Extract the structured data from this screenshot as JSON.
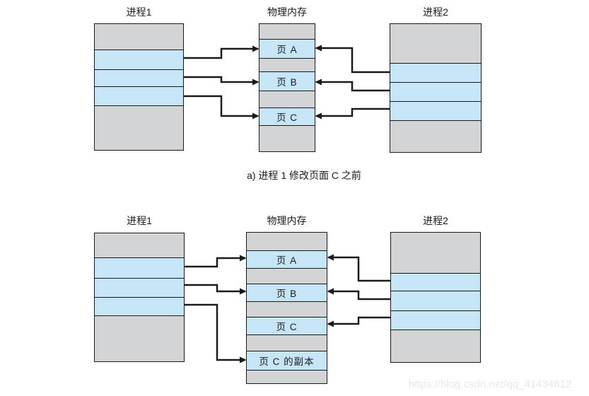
{
  "colors": {
    "segment_gray": "#d3d4d6",
    "segment_blue": "#c6e6f7",
    "border": "#1a1a1a",
    "arrow": "#1a1a1a",
    "watermark": "#e8e8e8"
  },
  "figure_a": {
    "process1_title": "进程1",
    "memory_title": "物理内存",
    "process2_title": "进程2",
    "pages": [
      "页 A",
      "页 B",
      "页 C"
    ],
    "caption": "a) 进程 1 修改页面 C 之前"
  },
  "figure_b": {
    "process1_title": "进程1",
    "memory_title": "物理内存",
    "process2_title": "进程2",
    "pages": [
      "页 A",
      "页 B",
      "页 C",
      "页 C 的副本"
    ]
  },
  "watermark": "https://blog.csdn.net/qq_41434612"
}
